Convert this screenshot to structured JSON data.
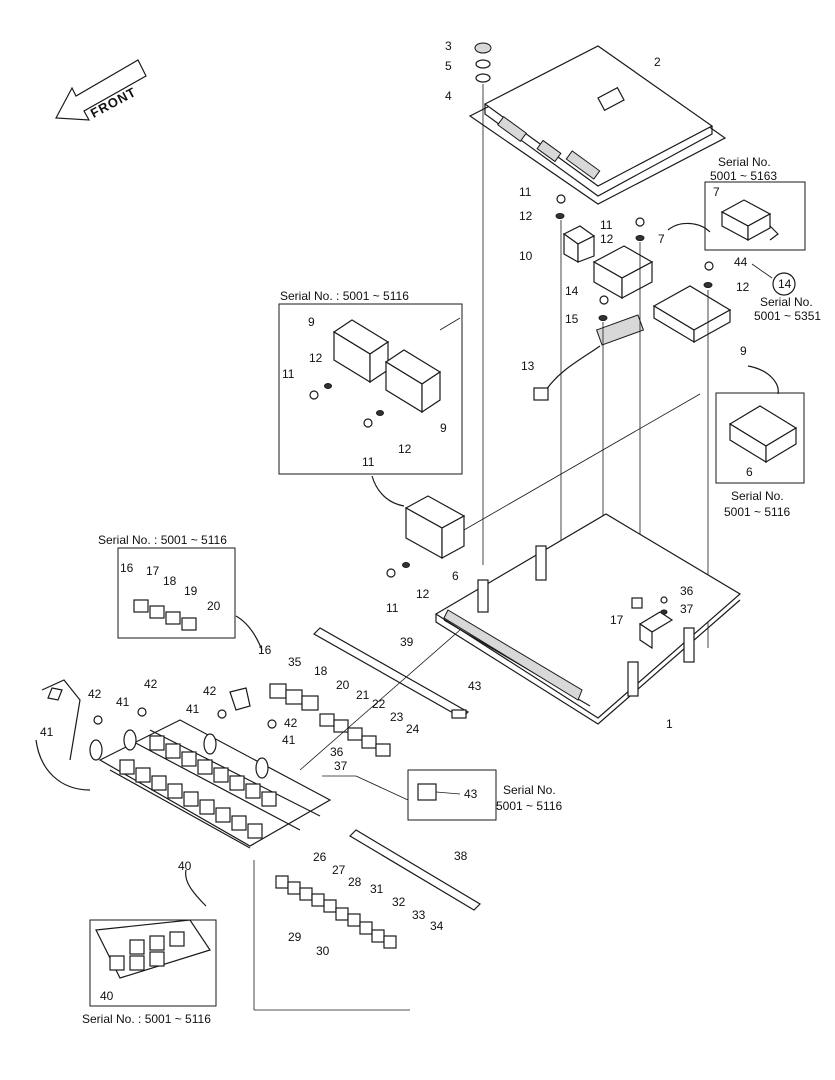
{
  "front_label": "FRONT",
  "serial_labels": {
    "top_right_box_l1": "Serial No.",
    "top_right_box_l2": "5001 ~ 5163",
    "item14_l1": "Serial No.",
    "item14_l2": "5001 ~ 5351",
    "mid_left_box": "Serial No. : 5001 ~ 5116",
    "right_box_l1": "Serial No.",
    "right_box_l2": "5001 ~ 5116",
    "relay_box": "Serial No. : 5001 ~ 5116",
    "item43_l1": "Serial No.",
    "item43_l2": "5001 ~ 5116",
    "bottom_box": "Serial No. : 5001 ~ 5116"
  },
  "callouts": {
    "c1": "1",
    "c2": "2",
    "c3": "3",
    "c4": "4",
    "c5": "5",
    "c6a": "6",
    "c6b": "6",
    "c7a": "7",
    "c7b": "7",
    "c9a": "9",
    "c9b": "9",
    "c9c": "9",
    "c10": "10",
    "c11a": "11",
    "c11b": "11",
    "c11c": "11",
    "c11d": "11",
    "c11e": "11",
    "c12a": "12",
    "c12b": "12",
    "c12c": "12",
    "c12d": "12",
    "c12e": "12",
    "c12f": "12",
    "c13": "13",
    "c14": "14",
    "c14c": "14",
    "c15": "15",
    "c16a": "16",
    "c16b": "16",
    "c17a": "17",
    "c17b": "17",
    "c18a": "18",
    "c18b": "18",
    "c19": "19",
    "c20a": "20",
    "c20b": "20",
    "c21": "21",
    "c22": "22",
    "c23": "23",
    "c24": "24",
    "c26": "26",
    "c27": "27",
    "c28": "28",
    "c29": "29",
    "c30": "30",
    "c31": "31",
    "c32": "32",
    "c33": "33",
    "c34": "34",
    "c35": "35",
    "c36a": "36",
    "c36b": "36",
    "c37a": "37",
    "c37b": "37",
    "c38": "38",
    "c39": "39",
    "c40a": "40",
    "c40b": "40",
    "c41a": "41",
    "c41b": "41",
    "c41c": "41",
    "c41d": "41",
    "c42a": "42",
    "c42b": "42",
    "c42c": "42",
    "c42d": "42",
    "c43a": "43",
    "c43b": "43",
    "c44": "44"
  }
}
